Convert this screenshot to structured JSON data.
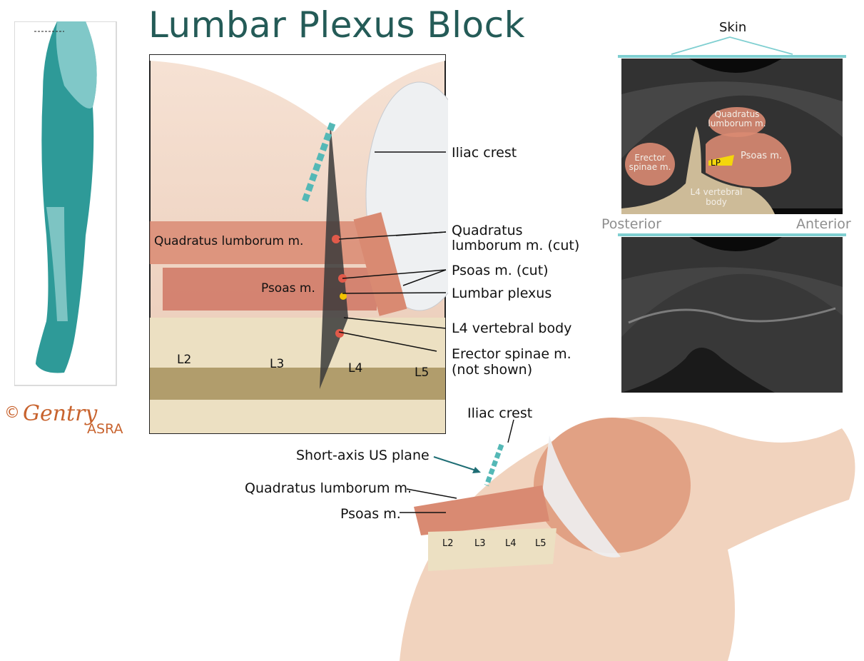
{
  "title": "Lumbar Plexus Block",
  "copyright": {
    "symbol": "©",
    "signature": "Gentry",
    "org": "ASRA"
  },
  "ultrasound": {
    "skin": "Skin",
    "posterior": "Posterior",
    "anterior": "Anterior",
    "labels": {
      "quadratus": "Quadratus lumborum m.",
      "erector": "Erector spinae m.",
      "psoas": "Psoas m.",
      "lp": "LP",
      "vertebral": "L4 vertebral body"
    }
  },
  "main_panel": {
    "inner_labels": {
      "quadratus": "Quadratus lumborum m.",
      "psoas": "Psoas m.",
      "l2": "L2",
      "l3": "L3",
      "l4": "L4",
      "l5": "L5"
    },
    "callouts": {
      "iliac_crest": "Iliac crest",
      "quadratus_cut_1": "Quadratus",
      "quadratus_cut_2": "lumborum m. (cut)",
      "psoas_cut": "Psoas m. (cut)",
      "lumbar_plexus": "Lumbar plexus",
      "l4_body": "L4 vertebral body",
      "erector_1": "Erector spinae m.",
      "erector_2": "(not shown)"
    }
  },
  "lower_figure": {
    "iliac_crest": "Iliac crest",
    "us_plane": "Short-axis US plane",
    "quadratus": "Quadratus lumborum m.",
    "psoas": "Psoas m.",
    "vertebrae": [
      "L2",
      "L3",
      "L4",
      "L5"
    ]
  },
  "colors": {
    "title": "#245b57",
    "leg": "#2e9a98",
    "teal_line": "#7fcfd1",
    "muscle": "#d98a72",
    "bone": "#ece0c2",
    "copyright": "#c8632e"
  }
}
